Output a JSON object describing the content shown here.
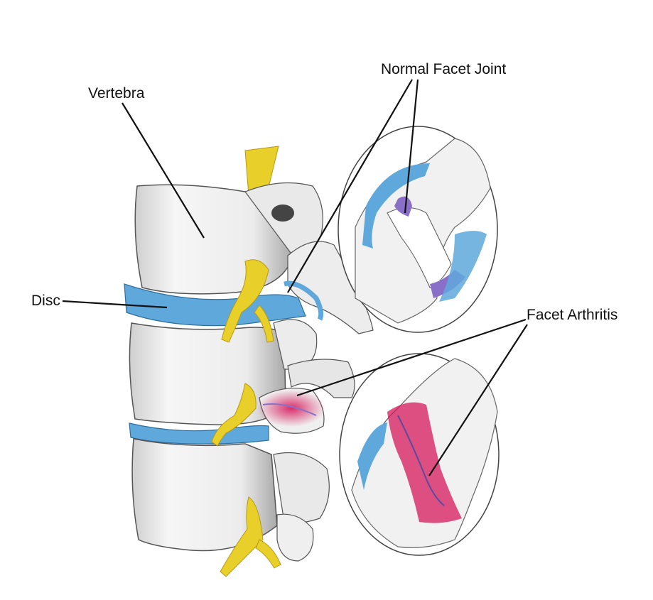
{
  "labels": {
    "vertebra": "Vertebra",
    "disc": "Disc",
    "normal_facet_joint": "Normal Facet Joint",
    "facet_arthritis": "Facet Arthritis"
  },
  "colors": {
    "background": "#ffffff",
    "bone": "#f2f2f2",
    "bone_shade": "#9a9a9a",
    "disc": "#5fa8dc",
    "nerve": "#e8cf2a",
    "joint_normal": "#8a6fc8",
    "inflammation": "#d6185a",
    "leader_line": "#111111"
  },
  "icons": {
    "vertebra": "vertebra-illustration",
    "disc": "disc-illustration",
    "nerve": "nerve-root-illustration",
    "magnified_normal_joint": "magnified-facet-joint",
    "magnified_arthritic_joint": "magnified-arthritic-joint"
  }
}
